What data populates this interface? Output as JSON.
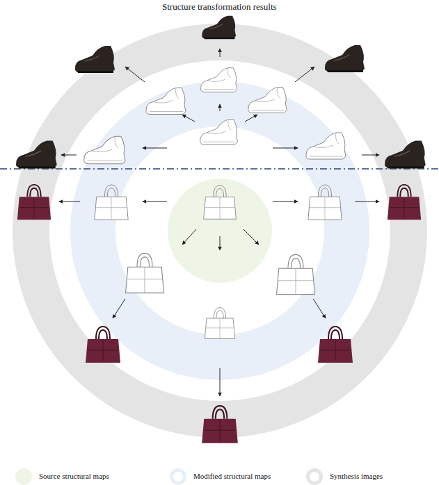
{
  "diagram": {
    "title": "Structure transformation results",
    "legend": [
      {
        "text": "Source structural maps",
        "color": "#eef5e6"
      },
      {
        "text": "Modified structural maps",
        "color": "#e9eff8"
      },
      {
        "text": "Synthesis images",
        "color": "#e4e4e4"
      }
    ]
  }
}
